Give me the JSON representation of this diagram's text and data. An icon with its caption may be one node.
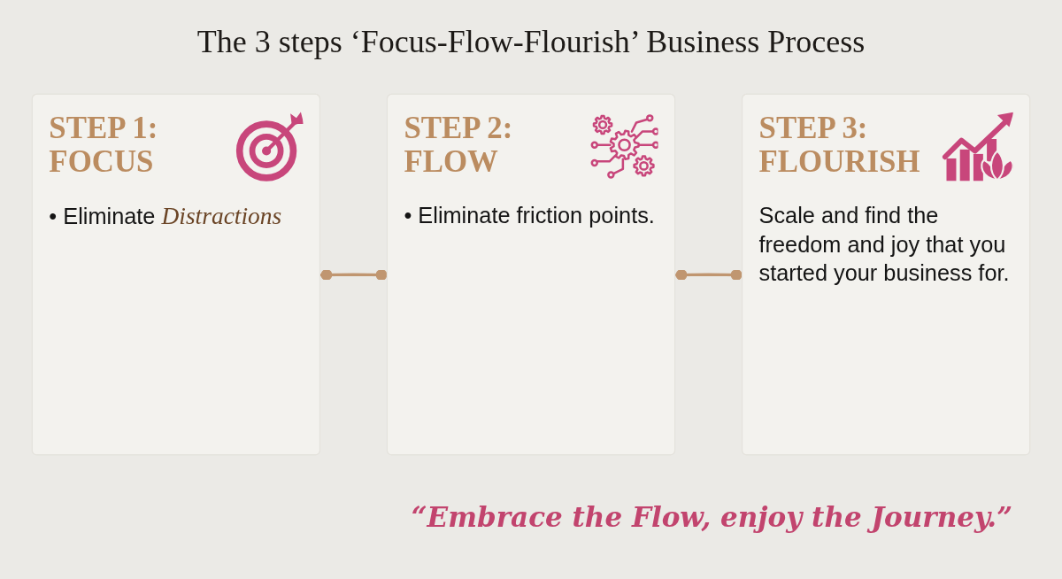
{
  "diagram": {
    "title": "The 3 steps ‘Focus-Flow-Flourish’ Business Process",
    "nodes": [
      {
        "text": [
          "STEP 1: FOCUS",
          "• Eliminate *Distractions*"
        ]
      },
      {
        "text": [
          "STEP 2: FLOW",
          "• Eliminate friction points."
        ]
      },
      {
        "text": [
          "STEP 3: FLOURISH",
          "Scale and find the freedom and joy that you started your business for."
        ]
      }
    ],
    "edges": [
      {
        "from": 0,
        "to": 1,
        "arrow": "other"
      },
      {
        "from": 1,
        "to": 2,
        "arrow": "other"
      }
    ],
    "labels": [
      "“Embrace the Flow, enjoy the Journey.”"
    ]
  }
}
